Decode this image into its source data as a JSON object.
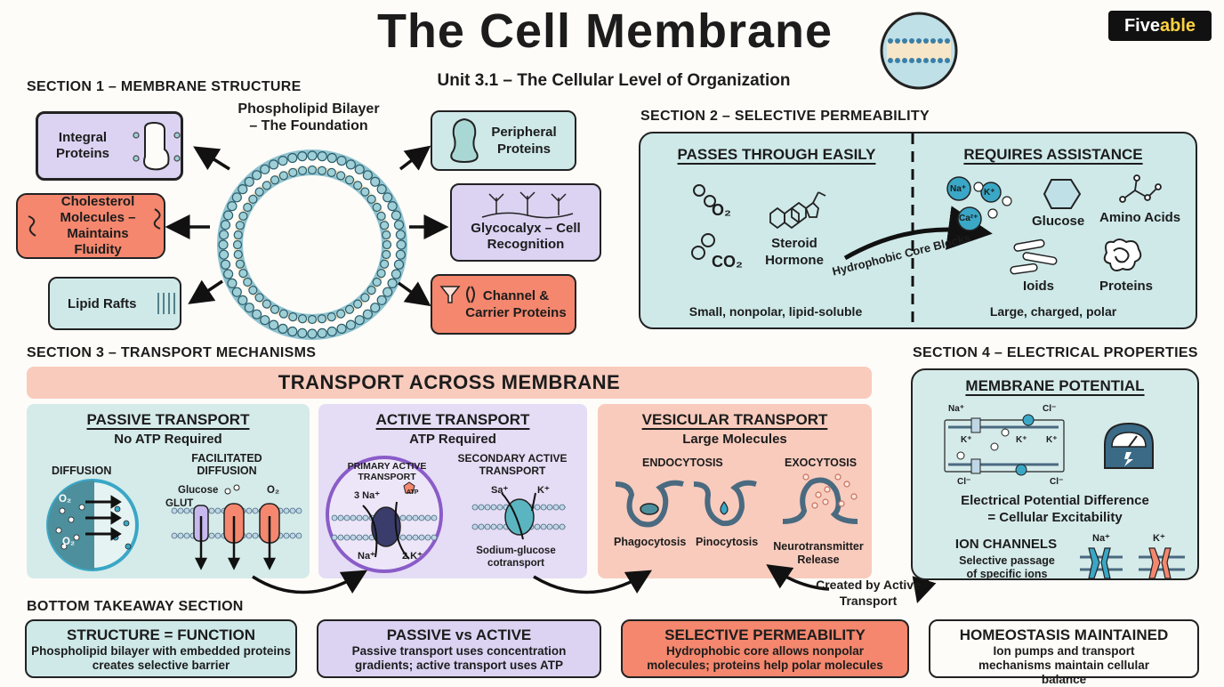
{
  "header": {
    "title": "The Cell Membrane",
    "subtitle": "Unit 3.1 – The Cellular Level of Organization",
    "logo_main": "Five",
    "logo_accent": "able"
  },
  "section1": {
    "label": "SECTION 1 – MEMBRANE STRUCTURE",
    "center_title_1": "Phospholipid Bilayer",
    "center_title_2": "– The Foundation",
    "integral": "Integral Proteins",
    "cholesterol": "Cholesterol Molecules – Maintains Fluidity",
    "lipid_rafts": "Lipid Rafts",
    "peripheral": "Peripheral Proteins",
    "glycocalyx": "Glycocalyx – Cell Recognition",
    "channel": "Channel & Carrier Proteins"
  },
  "section2": {
    "label": "SECTION 2 – SELECTIVE PERMEABILITY",
    "passes": "PASSES THROUGH EASILY",
    "requires": "REQUIRES ASSISTANCE",
    "o2": "O₂",
    "co2": "CO₂",
    "steroid": "Steroid Hormone",
    "core_blocks": "Hydrophobic Core Blocks",
    "na": "Na⁺",
    "k": "K⁺",
    "ca": "Ca²⁺",
    "glucose": "Glucose",
    "amino": "Amino Acids",
    "ions": "Ioids",
    "proteins": "Proteins",
    "left_caption": "Small, nonpolar, lipid-soluble",
    "right_caption": "Large, charged, polar"
  },
  "section3": {
    "label": "SECTION 3 – TRANSPORT MECHANISMS",
    "banner": "TRANSPORT ACROSS MEMBRANE",
    "passive": {
      "title": "PASSIVE TRANSPORT",
      "sub": "No ATP Required",
      "diffusion": "DIFFUSION",
      "facilitated": "FACILITATED DIFFUSION",
      "glucose": "Glucose",
      "glut": "GLUT",
      "o2": "O₂",
      "o2b": "O₂",
      "o2c": "O₂"
    },
    "active": {
      "title": "ACTIVE TRANSPORT",
      "sub": "ATP Required",
      "primary": "PRIMARY ACTIVE TRANSPORT",
      "na3": "3 Na⁺",
      "atp": "ATP",
      "na": "Na⁺",
      "k2": "2 K⁺",
      "secondary": "SECONDARY ACTIVE TRANSPORT",
      "sa": "Sa⁺",
      "kplus": "K⁺",
      "cotransport": "Sodium-glucose cotransport"
    },
    "vesicular": {
      "title": "VESICULAR TRANSPORT",
      "sub": "Large Molecules",
      "endo": "ENDOCYTOSIS",
      "exo": "EXOCYTOSIS",
      "phago": "Phagocytosis",
      "pino": "Pinocytosis",
      "neuro": "Neurotransmitter Release"
    },
    "created_by": "Created by Active Transport"
  },
  "section4": {
    "label": "SECTION 4 – ELECTRICAL PROPERTIES",
    "title": "MEMBRANE POTENTIAL",
    "na": "Na⁺",
    "cl": "Cl⁻",
    "k": "K⁺",
    "caption_1": "Electrical Potential Difference",
    "caption_2": "= Cellular Excitability",
    "ion_channels": "ION CHANNELS",
    "ion_text": "Selective passage of specific ions"
  },
  "bottom": {
    "label": "BOTTOM TAKEAWAY SECTION",
    "cards": [
      {
        "title": "STRUCTURE = FUNCTION",
        "text": "Phospholipid bilayer with embedded proteins creates selective barrier"
      },
      {
        "title": "PASSIVE vs ACTIVE",
        "text": "Passive transport uses concentration gradients; active transport uses ATP"
      },
      {
        "title": "SELECTIVE PERMEABILITY",
        "text": "Hydrophobic core allows nonpolar molecules; proteins help polar molecules"
      },
      {
        "title": "HOMEOSTASIS MAINTAINED",
        "text": "Ion pumps and transport mechanisms maintain cellular balance"
      }
    ]
  },
  "colors": {
    "purple": "#dcd3f3",
    "teal": "#cfe9e9",
    "coral": "#f4876e",
    "salmon": "#f8cbbd"
  }
}
